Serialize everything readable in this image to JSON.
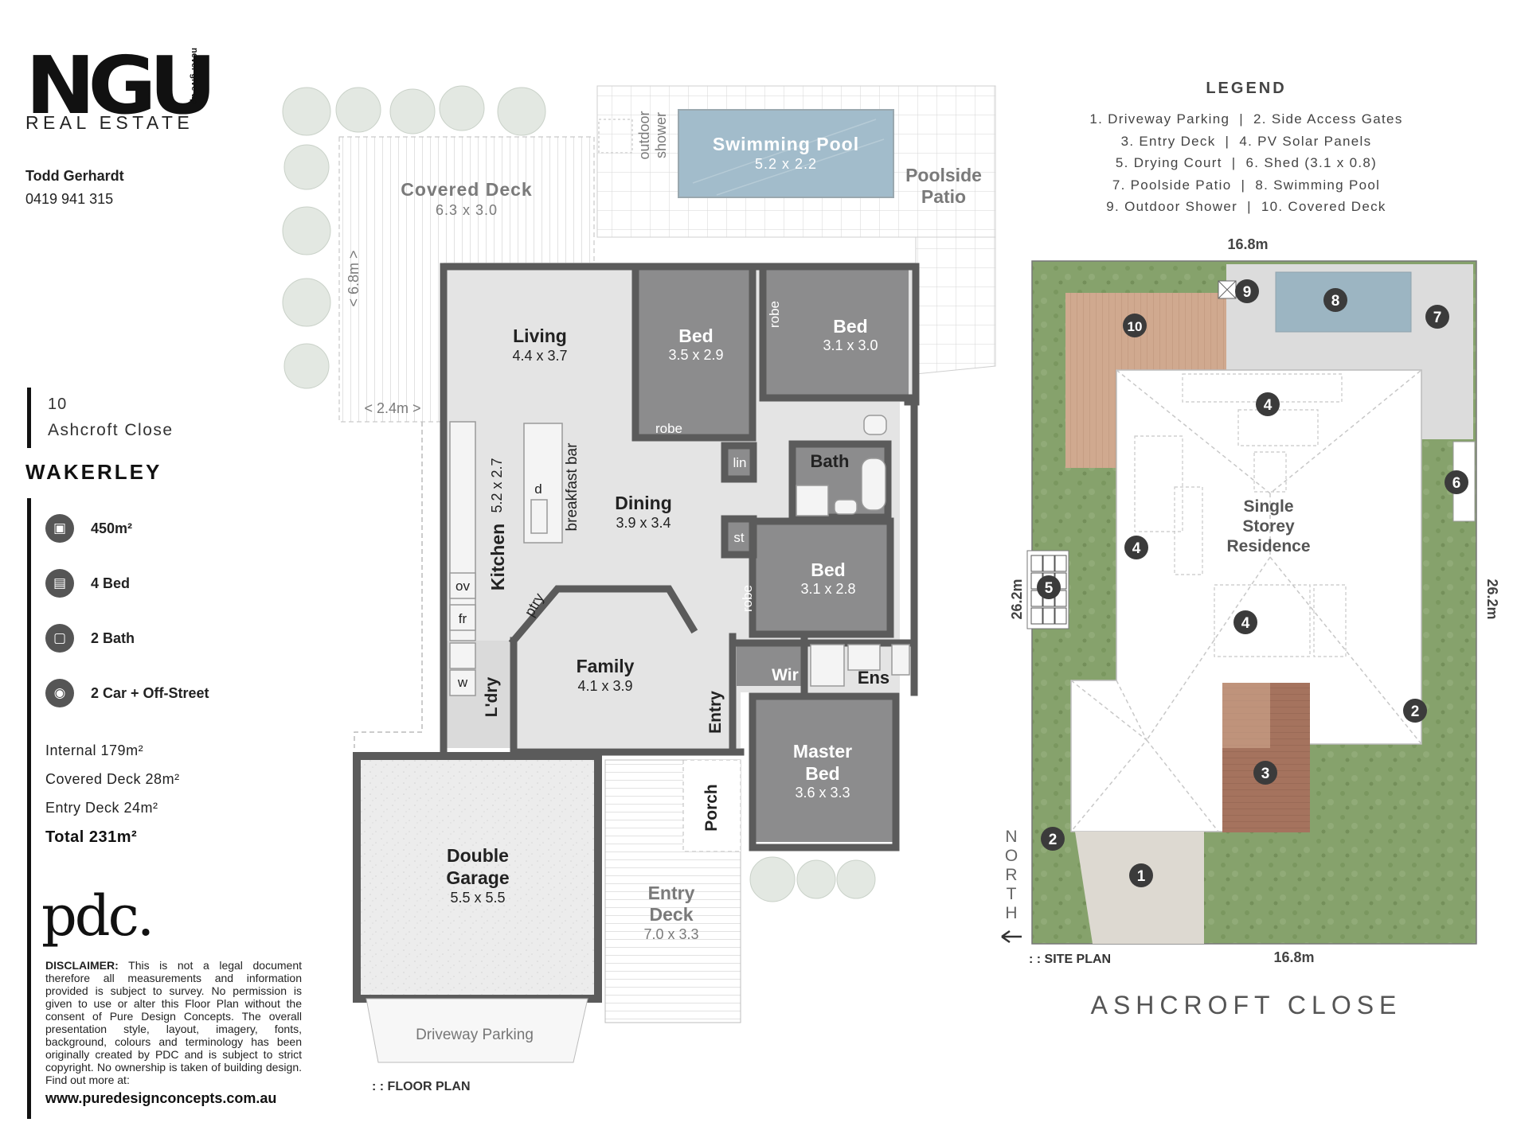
{
  "agency": {
    "logo_text": "NGU",
    "tagline": "never give up",
    "sub_text": "REAL ESTATE"
  },
  "agent": {
    "name": "Todd Gerhardt",
    "phone": "0419 941 315"
  },
  "address": {
    "number": "10",
    "street": "Ashcroft Close",
    "suburb": "WAKERLEY"
  },
  "features": [
    {
      "icon": "land-area-icon",
      "label": "450m²"
    },
    {
      "icon": "bed-icon",
      "label": "4 Bed"
    },
    {
      "icon": "bath-icon",
      "label": "2 Bath"
    },
    {
      "icon": "car-icon",
      "label": "2 Car + Off-Street"
    }
  ],
  "areas": {
    "internal": "Internal 179m²",
    "covered_deck": "Covered Deck 28m²",
    "entry_deck": "Entry Deck 24m²",
    "total": "Total 231m²"
  },
  "designer": {
    "logo_text": "pdc."
  },
  "disclaimer": {
    "label": "DISCLAIMER:",
    "text": "This is not a legal document therefore all measurements and information provided is subject to survey. No permission is given to use or alter this Floor Plan without the consent of Pure Design Concepts. The overall presentation style, layout, imagery, fonts, background, colours and terminology has been originally created by PDC and is subject to strict copyright. No ownership is taken of building design. Find out more at:",
    "website": "www.puredesignconcepts.com.au"
  },
  "floor_plan": {
    "caption": ": : FLOOR PLAN",
    "rooms": {
      "covered_deck": {
        "name": "Covered Deck",
        "size": "6.3 x 3.0"
      },
      "swimming_pool": {
        "name": "Swimming Pool",
        "size": "5.2 x 2.2"
      },
      "outdoor_shower_1": "outdoor",
      "outdoor_shower_2": "shower",
      "poolside_patio_1": "Poolside",
      "poolside_patio_2": "Patio",
      "living": {
        "name": "Living",
        "size": "4.4 x 3.7"
      },
      "bed_2": {
        "name": "Bed",
        "size": "3.5 x 2.9"
      },
      "bed_3": {
        "name": "Bed",
        "size": "3.1 x 3.0"
      },
      "bed_4": {
        "name": "Bed",
        "size": "3.1 x 2.8"
      },
      "kitchen": {
        "name": "Kitchen",
        "size": "5.2 x 2.7"
      },
      "breakfast_bar": "breakfast bar",
      "dining": {
        "name": "Dining",
        "size": "3.9 x 3.4"
      },
      "family": {
        "name": "Family",
        "size": "4.1 x 3.9"
      },
      "bath": "Bath",
      "ens": "Ens",
      "wir": "Wir",
      "lin": "lin",
      "st": "st",
      "robe": "robe",
      "ptry": "ptry",
      "ov": "ov",
      "fr": "fr",
      "w": "w",
      "d": "d",
      "laundry": "L'dry",
      "entry": "Entry",
      "porch": "Porch",
      "master_bed_1": "Master",
      "master_bed_2": "Bed",
      "master_bed_size": "3.6 x 3.3",
      "double_garage_1": "Double",
      "double_garage_2": "Garage",
      "double_garage_size": "5.5 x 5.5",
      "entry_deck_1": "Entry",
      "entry_deck_2": "Deck",
      "entry_deck_size": "7.0 x 3.3",
      "driveway": "Driveway Parking"
    },
    "dims": {
      "deck_depth": "< 6.8m >",
      "deck_width": "< 2.4m >"
    }
  },
  "legend": {
    "title": "LEGEND",
    "lines": [
      "1. Driveway Parking  |  2. Side Access Gates",
      "3. Entry Deck  |  4. PV Solar Panels",
      "5. Drying Court  |  6. Shed (3.1 x 0.8)",
      "7. Poolside Patio  |  8. Swimming Pool",
      "9. Outdoor Shower  |  10. Covered Deck"
    ]
  },
  "site_plan": {
    "caption": ": : SITE PLAN",
    "width_top": "16.8m",
    "width_bottom": "16.8m",
    "depth_left": "26.2m",
    "depth_right": "26.2m",
    "residence_1": "Single",
    "residence_2": "Storey",
    "residence_3": "Residence",
    "north": [
      "N",
      "O",
      "R",
      "T",
      "H"
    ],
    "markers": [
      "1",
      "2",
      "2",
      "3",
      "4",
      "4",
      "4",
      "5",
      "6",
      "7",
      "8",
      "9",
      "10"
    ]
  },
  "street_name": "ASHCROFT CLOSE",
  "colors": {
    "room_dark": "#8a8a8b",
    "room_light": "#e4e4e4",
    "wall": "#5b5b5b",
    "grass": "#7f9c66",
    "pool": "#9cb5c2",
    "timber": "#c79b80",
    "deck": "#a5735e",
    "marker": "#3b3b3b"
  }
}
